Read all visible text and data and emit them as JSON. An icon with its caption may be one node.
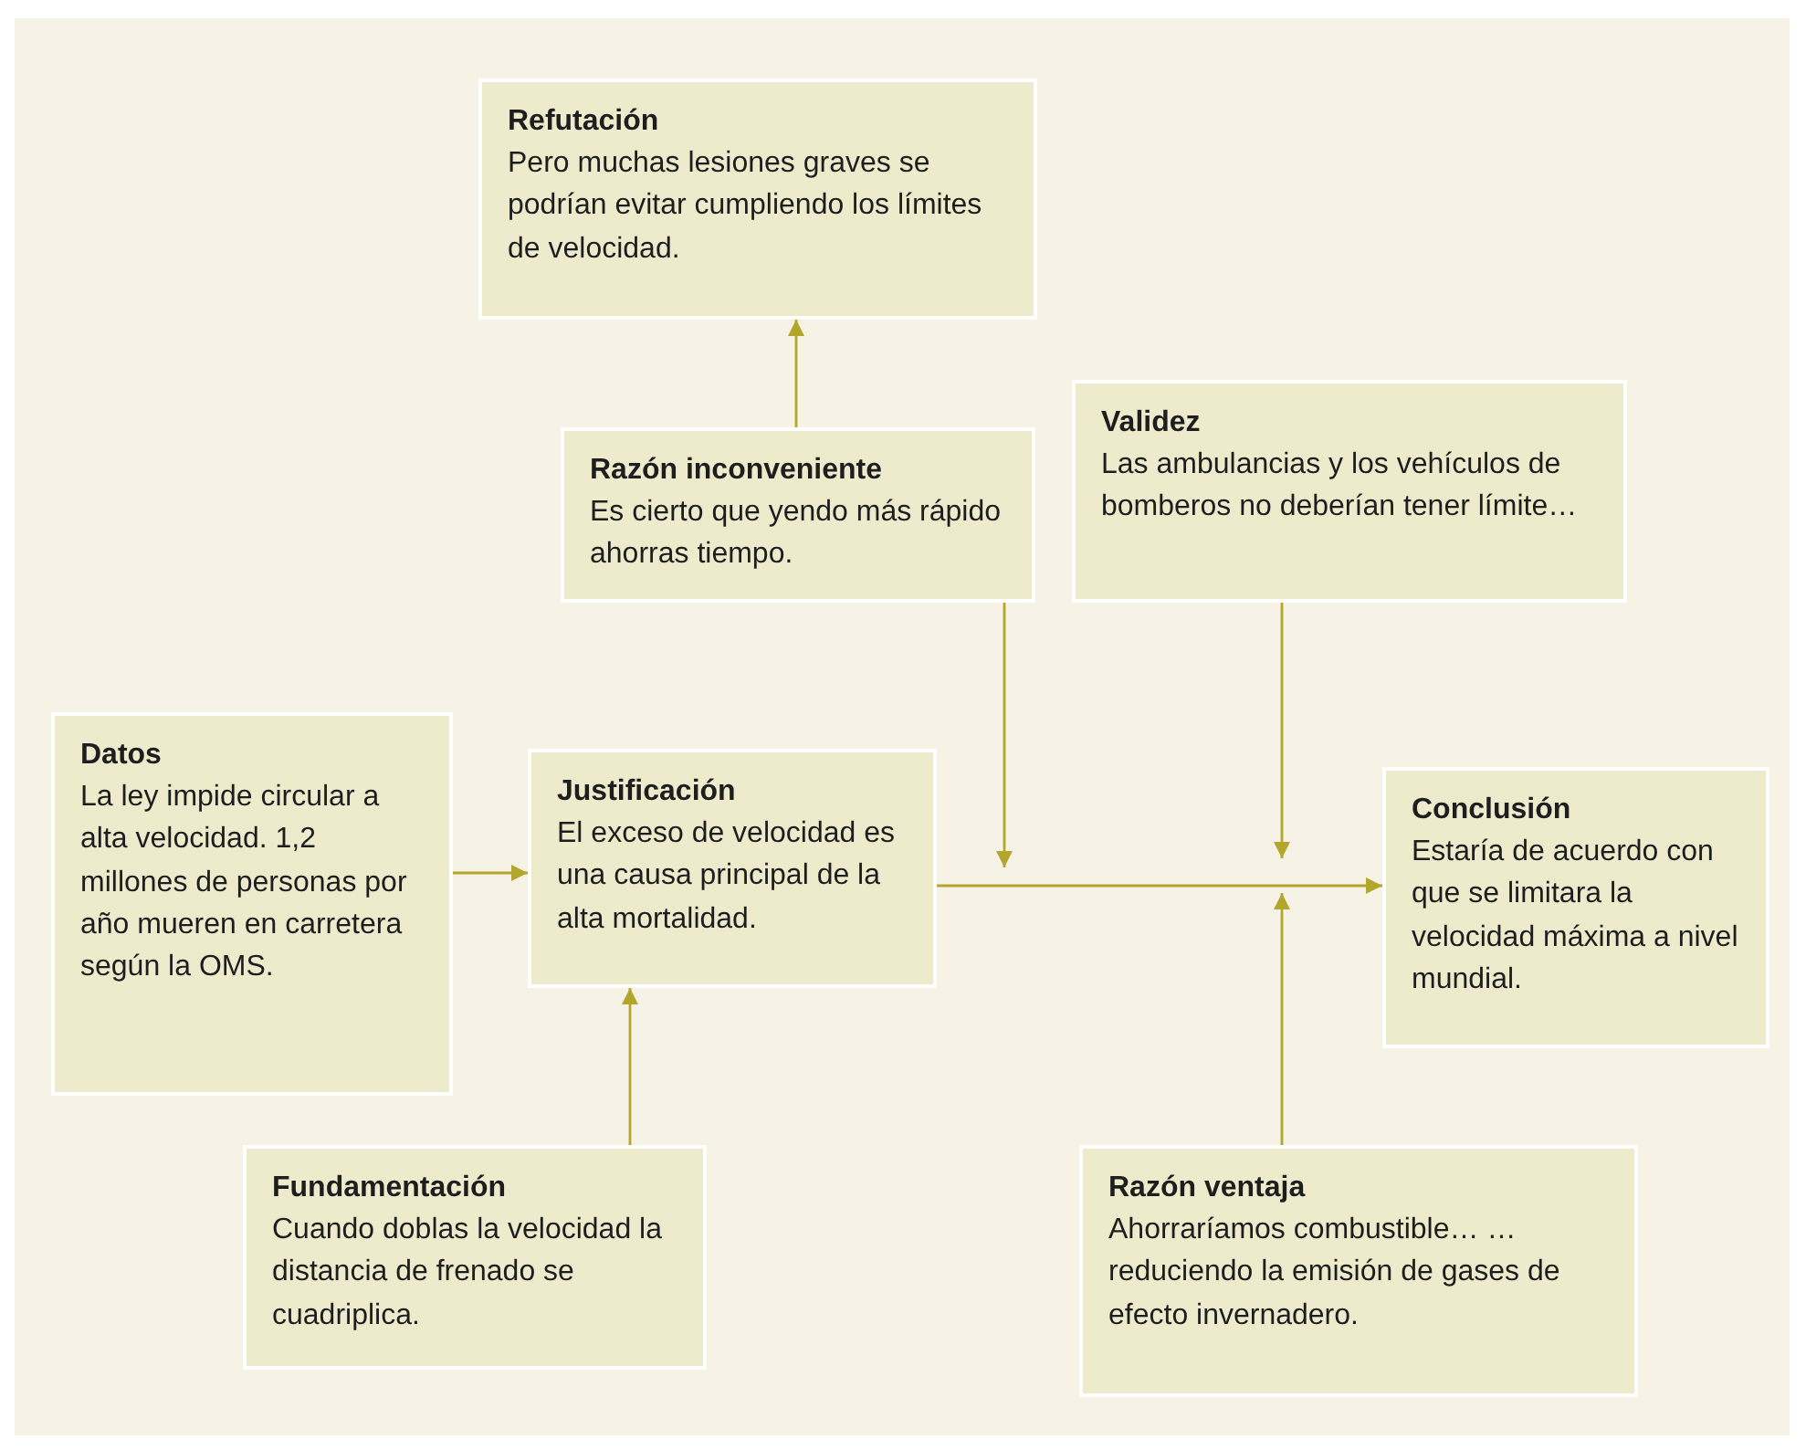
{
  "diagram": {
    "nodes": [
      {
        "text": [
          "Refutación",
          "Pero muchas lesiones graves se podrían evitar cumpliendo los límites de velocidad."
        ]
      },
      {
        "text": [
          "Razón inconveniente",
          "Es cierto que yendo más rápido ahorras tiempo."
        ]
      },
      {
        "text": [
          "Validez",
          "Las ambulancias y los vehículos de bomberos no deberían tener límite…"
        ]
      },
      {
        "text": [
          "Datos",
          "La ley impide circular a alta velocidad. 1,2 millones de personas por año mueren en carretera según la OMS."
        ]
      },
      {
        "text": [
          "Justificación",
          "El exceso de velocidad es una causa principal de la alta mortalidad."
        ]
      },
      {
        "text": [
          "Conclusión",
          "Estaría de acuerdo con que se limitara la velocidad máxima a nivel mundial."
        ]
      },
      {
        "text": [
          "Fundamentación",
          "Cuando doblas la velocidad la distancia de frenado se cuadriplica."
        ]
      },
      {
        "text": [
          "Razón ventaja",
          "Ahorraríamos combustible… …reduciendo la emisión de gases de efecto invernadero."
        ]
      }
    ],
    "edges": [
      {
        "from": 3,
        "to": 4,
        "arrow": "to"
      },
      {
        "from": 4,
        "to": 5,
        "arrow": "to"
      },
      {
        "from": 1,
        "to": 0,
        "arrow": "to"
      },
      {
        "from": 1,
        "to": null,
        "arrow": "to"
      },
      {
        "from": 2,
        "to": null,
        "arrow": "to"
      },
      {
        "from": 7,
        "to": null,
        "arrow": "to"
      },
      {
        "from": 6,
        "to": 4,
        "arrow": "to"
      }
    ]
  }
}
